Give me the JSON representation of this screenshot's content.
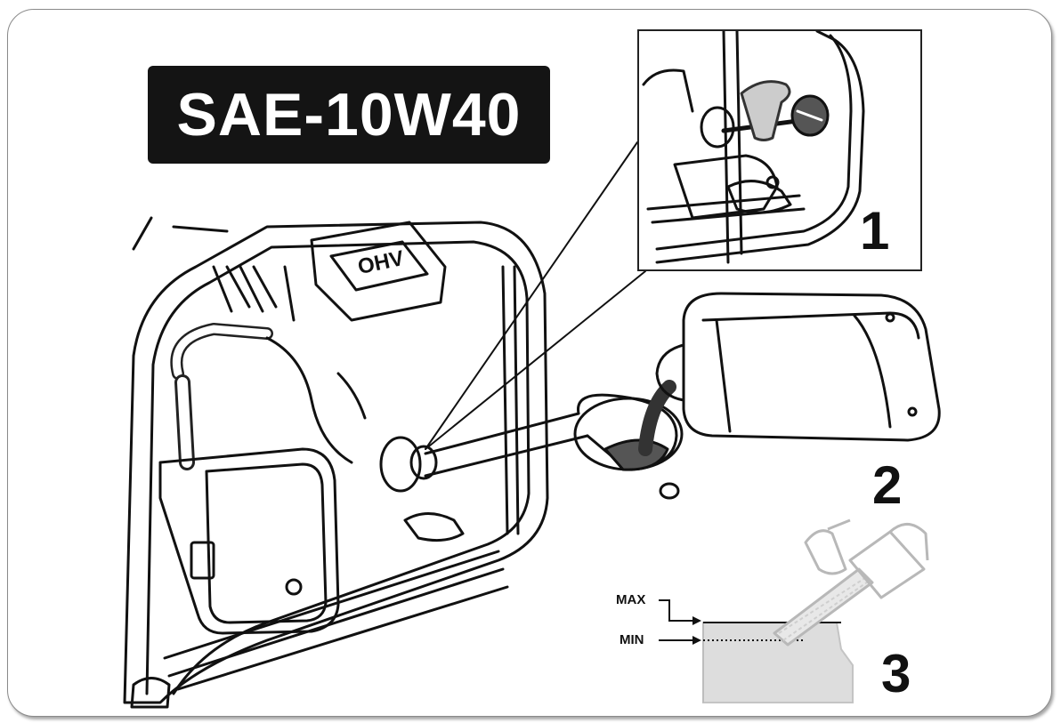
{
  "oil_spec": "SAE-10W40",
  "steps": [
    {
      "number": "1"
    },
    {
      "number": "2"
    },
    {
      "number": "3"
    }
  ],
  "levels": {
    "max_label": "MAX",
    "min_label": "MIN"
  },
  "engine_badge": "OHV"
}
